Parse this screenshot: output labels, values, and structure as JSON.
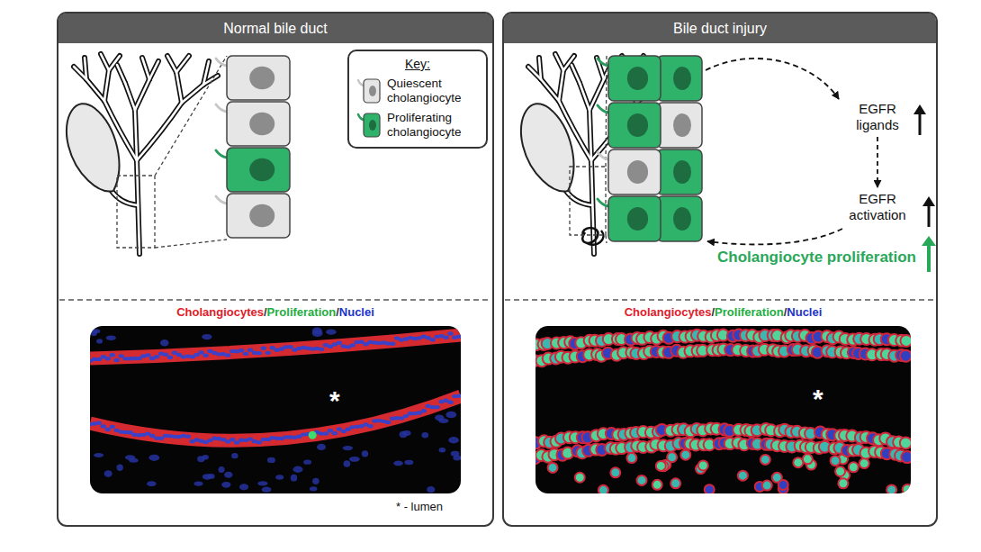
{
  "diagram": {
    "nodes": [
      {
        "text": [
          "Normal bile duct"
        ]
      },
      {
        "text": [
          "Key:"
        ],
        "in": 0
      },
      {
        "text": [
          "Bile duct injury"
        ]
      },
      {
        "text": [
          "EGFR ligands"
        ],
        "in": 2
      },
      {
        "text": [
          "EGFR activation"
        ],
        "in": 2
      }
    ],
    "edges": [
      {
        "from": 3,
        "to": 4,
        "arrow": "to"
      }
    ],
    "labels": [
      "Cholangiocytes/Proliferation/Nuclei",
      "*",
      "* - lumen",
      "Cholangiocyte proliferation",
      "Cholangiocytes/Proliferation/Nuclei",
      "*"
    ],
    "legend": [
      {
        "text": "Quiescent cholangiocyte",
        "color": "#e6e6e6"
      },
      {
        "text": "Proliferating cholangiocyte",
        "color": "#2fb36a"
      }
    ]
  }
}
